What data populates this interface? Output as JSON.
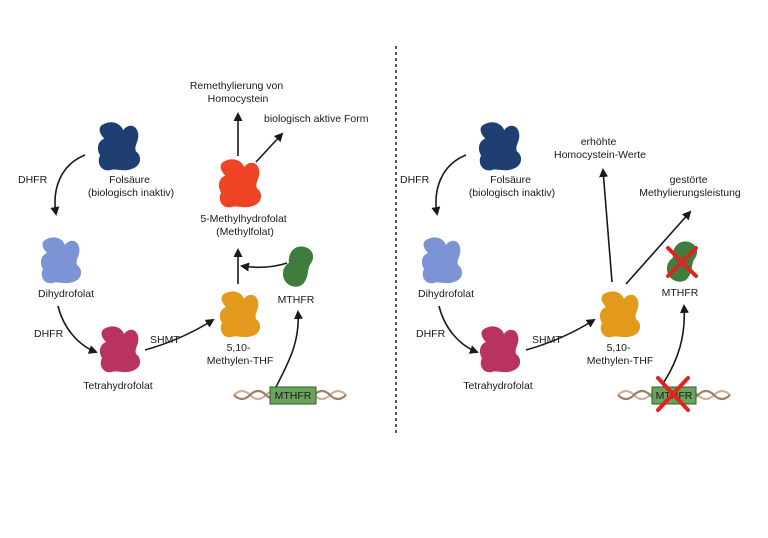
{
  "colors": {
    "folic_acid": "#1f3f72",
    "dihydrofolate": "#7c93d6",
    "tetrahydrofolate": "#b8345f",
    "methylene_thf": "#e39a1c",
    "methylfolate": "#ee4324",
    "mthfr_enzyme": "#3f7d3e",
    "gene_box": "#6aa35c",
    "dna": "#c9b49a",
    "cross": "#e0231f",
    "arrow": "#1a1a1a",
    "divider": "#333333"
  },
  "left": {
    "folsaeure": [
      "Folsäure",
      "(biologisch inaktiv)"
    ],
    "dhfr_top": "DHFR",
    "dihydrofolat": "Dihydrofolat",
    "dhfr_bottom": "DHFR",
    "tetrahydrofolat": "Tetrahydrofolat",
    "shmt": "SHMT",
    "methylen_thf": [
      "5,10-",
      "Methylen-THF"
    ],
    "methylfolat": [
      "5-Methylhydrofolat",
      "(Methylfolat)"
    ],
    "remethylierung": [
      "Remethylierung von",
      "Homocystein"
    ],
    "aktive_form": "biologisch aktive Form",
    "mthfr_enzyme": "MTHFR",
    "mthfr_gene": "MTHFR"
  },
  "right": {
    "folsaeure": [
      "Folsäure",
      "(biologisch inaktiv)"
    ],
    "dhfr_top": "DHFR",
    "dihydrofolat": "Dihydrofolat",
    "dhfr_bottom": "DHFR",
    "tetrahydrofolat": "Tetrahydrofolat",
    "shmt": "SHMT",
    "methylen_thf": [
      "5,10-",
      "Methylen-THF"
    ],
    "homocystein": [
      "erhöhte",
      "Homocystein-Werte"
    ],
    "methylierung": [
      "gestörte",
      "Methylierungsleistung"
    ],
    "mthfr_enzyme": "MTHFR",
    "mthfr_gene": "MTHFR"
  }
}
